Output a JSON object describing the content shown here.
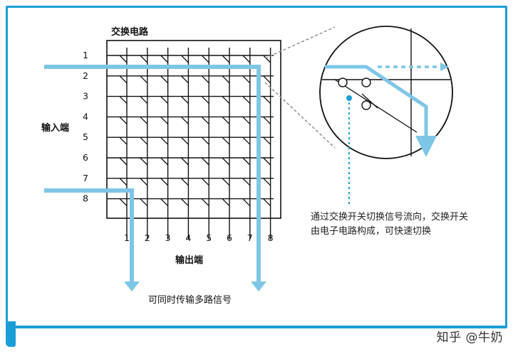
{
  "diagram": {
    "title": "交换电路",
    "input_label": "输入端",
    "output_label": "输出端",
    "bottom_caption": "可同时传输多路信号",
    "input_numbers": [
      "1",
      "2",
      "3",
      "4",
      "5",
      "6",
      "7",
      "8"
    ],
    "output_numbers": [
      "1",
      "2",
      "3",
      "4",
      "5",
      "6",
      "7",
      "8"
    ],
    "note": "通过交换开关切换信号流向，交换开关由电子电路构成，可快速切换",
    "colors": {
      "accent": "#1b9ed6",
      "signal": "#7ec6e6",
      "grid": "#111111",
      "dashed": "#888888"
    }
  },
  "watermark": "知乎 @牛奶"
}
